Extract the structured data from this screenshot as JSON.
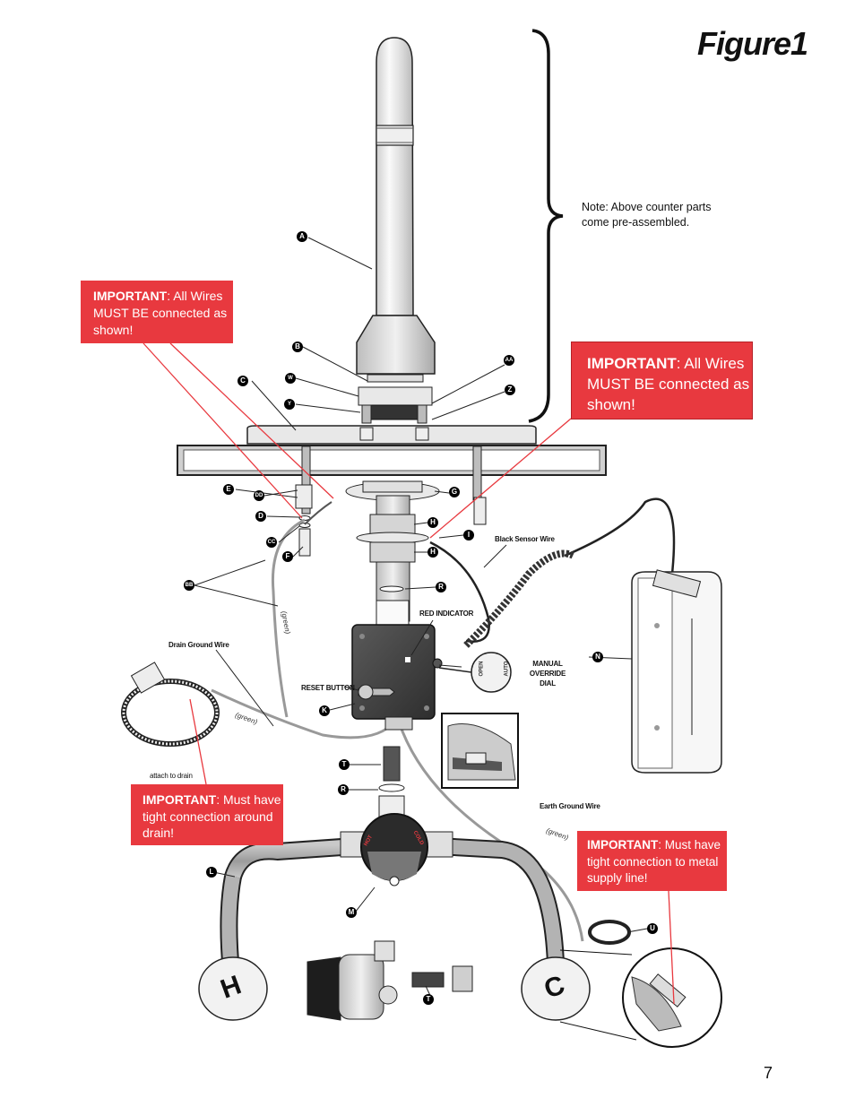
{
  "figure_title": "Figure1",
  "note": "Note: Above counter parts come pre-assembled.",
  "callouts": {
    "wires_left": {
      "bold": "IMPORTANT",
      "text": ": All Wires MUST BE connected as shown!"
    },
    "wires_right": {
      "bold": "IMPORTANT",
      "text": ": All Wires MUST BE connected as shown!"
    },
    "drain": {
      "bold": "IMPORTANT",
      "text": ": Must have tight connection around drain!"
    },
    "supply": {
      "bold": "IMPORTANT",
      "text": ": Must have tight connection to metal supply line!"
    }
  },
  "labels": {
    "black_sensor_wire": "Black Sensor Wire",
    "red_indicator": "RED INDICATOR",
    "manual_override": "MANUAL OVERRIDE DIAL",
    "reset_button": "RESET BUTTON",
    "drain_ground_wire": "Drain Ground Wire",
    "attach_to_drain": "attach to drain",
    "earth_ground_wire": "Earth Ground Wire",
    "green": "(green)",
    "dial_open": "OPEN",
    "dial_auto": "AUTO",
    "valve_hot": "HOT",
    "valve_cold": "COLD",
    "handle_hot": "H",
    "handle_cold": "C"
  },
  "markers": {
    "A": "A",
    "B": "B",
    "C": "C",
    "W": "W",
    "Y": "Y",
    "AA": "AA",
    "Z": "Z",
    "E": "E",
    "DD": "DD",
    "D": "D",
    "CC": "CC",
    "F": "F",
    "G": "G",
    "H1": "H",
    "I": "I",
    "H2": "H",
    "R1": "R",
    "BB": "BB",
    "N": "N",
    "K": "K",
    "T1": "T",
    "R2": "R",
    "L": "L",
    "M": "M",
    "U": "U",
    "T2": "T"
  },
  "page_number": "7",
  "colors": {
    "callout": "#e8393f",
    "metal": "#d9d9d9",
    "dark": "#3a3a3a",
    "wire_red": "#e8393f"
  }
}
